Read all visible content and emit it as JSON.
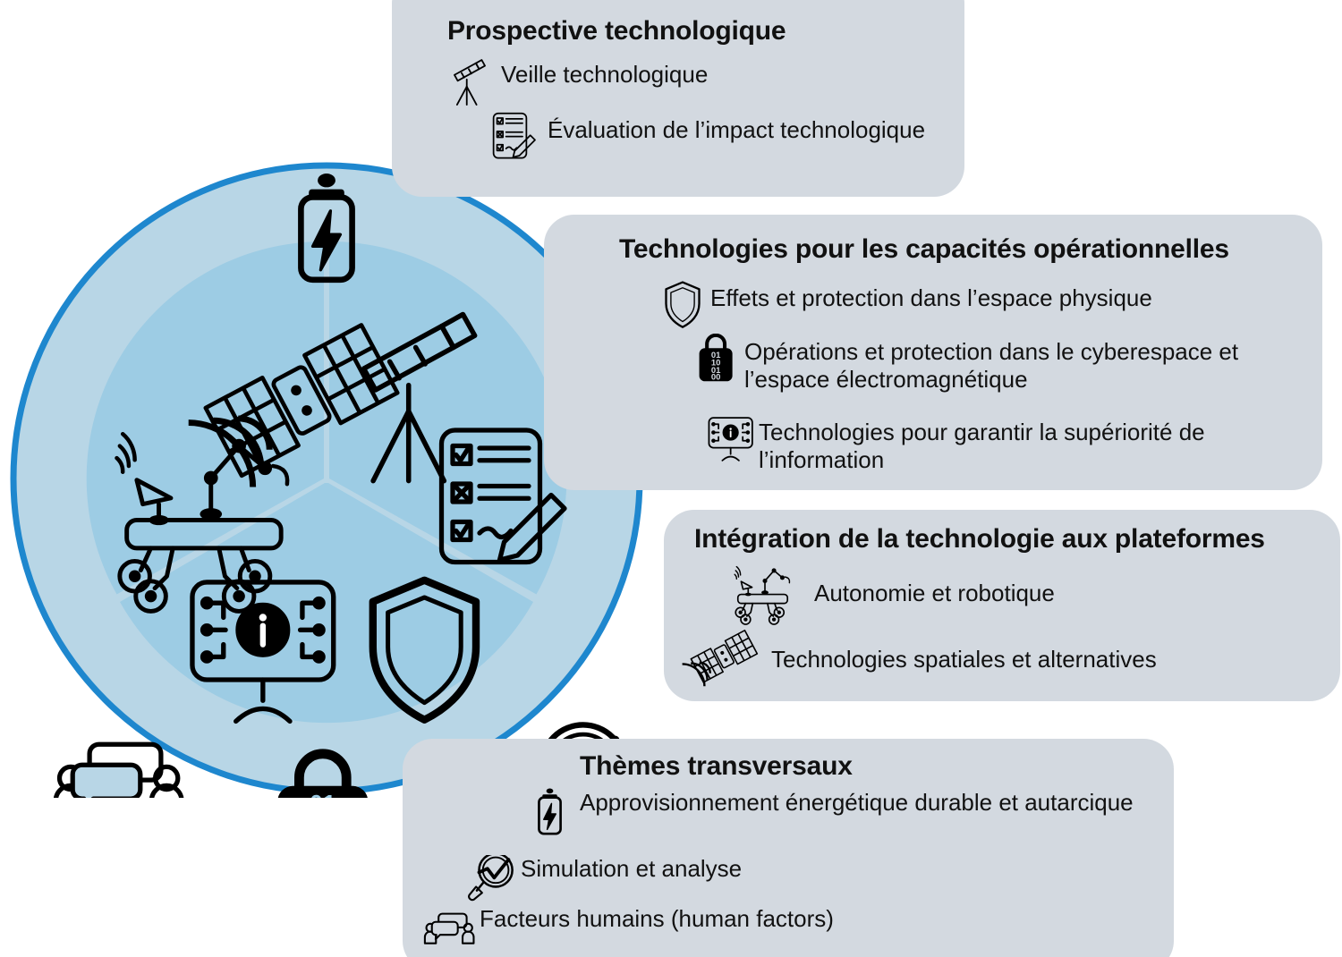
{
  "colors": {
    "panel_background": "#d3d9e0",
    "circle_outer_ring": "#b8d6e6",
    "circle_inner": "#9dcce4",
    "circle_border": "#1e87ce",
    "text": "#111111",
    "icon": "#000000",
    "page_background": "#ffffff"
  },
  "circle": {
    "name": "three-segment-technology-wheel",
    "outer_ring_icons": [
      {
        "id": "battery",
        "icon": "battery-lightning-icon",
        "label": "Approvisionnement énergétique durable et autarcique",
        "position": "top"
      },
      {
        "id": "magnifier",
        "icon": "magnifier-chart-icon",
        "label": "Simulation et analyse",
        "position": "right"
      },
      {
        "id": "human-factors",
        "icon": "people-speech-bubbles-icon",
        "label": "Facteurs humains (human factors)",
        "position": "left"
      }
    ],
    "segments": [
      {
        "id": "segment-prospective",
        "name": "Prospective technologique",
        "icons": [
          {
            "icon": "telescope-icon",
            "label": "Veille technologique"
          },
          {
            "icon": "checklist-pen-icon",
            "label": "Évaluation de l’impact technologique"
          }
        ]
      },
      {
        "id": "segment-operational",
        "name": "Technologies pour les capacités opérationnelles",
        "icons": [
          {
            "icon": "shield-icon",
            "label": "Effets et protection dans l’espace physique"
          },
          {
            "icon": "padlock-binary-icon",
            "label": "Opérations et protection dans le cyberespace et l’espace électromagnétique"
          },
          {
            "icon": "monitor-info-icon",
            "label": "Technologies pour garantir la supériorité de l’information"
          }
        ]
      },
      {
        "id": "segment-integration",
        "name": "Intégration de la technologie aux plateformes",
        "icons": [
          {
            "icon": "rover-robot-icon",
            "label": "Autonomie et robotique"
          },
          {
            "icon": "satellite-icon",
            "label": "Technologies spatiales et alternatives"
          }
        ]
      }
    ]
  },
  "panels": [
    {
      "id": "panel-prospective",
      "title": "Prospective technologique",
      "items": [
        {
          "icon": "telescope-icon",
          "label": "Veille technologique"
        },
        {
          "icon": "checklist-pen-icon",
          "label": "Évaluation de l’impact technologique"
        }
      ]
    },
    {
      "id": "panel-operational",
      "title": "Technologies pour les capacités opérationnelles",
      "items": [
        {
          "icon": "shield-icon",
          "label": "Effets et protection dans l’espace physique"
        },
        {
          "icon": "padlock-binary-icon",
          "label": "Opérations et protection dans le cyberespace et l’espace électromagnétique"
        },
        {
          "icon": "monitor-info-icon",
          "label": "Technologies pour garantir la supériorité de l’information"
        }
      ]
    },
    {
      "id": "panel-integration",
      "title": "Intégration de la technologie aux plateformes",
      "items": [
        {
          "icon": "rover-robot-icon",
          "label": "Autonomie et robotique"
        },
        {
          "icon": "satellite-icon",
          "label": "Technologies spatiales et alternatives"
        }
      ]
    },
    {
      "id": "panel-transversal",
      "title": "Thèmes transversaux",
      "items": [
        {
          "icon": "battery-lightning-icon",
          "label": "Approvisionnement énergétique durable et autarcique"
        },
        {
          "icon": "magnifier-chart-icon",
          "label": "Simulation et analyse"
        },
        {
          "icon": "people-speech-bubbles-icon",
          "label": "Facteurs humains (human factors)"
        }
      ]
    }
  ]
}
